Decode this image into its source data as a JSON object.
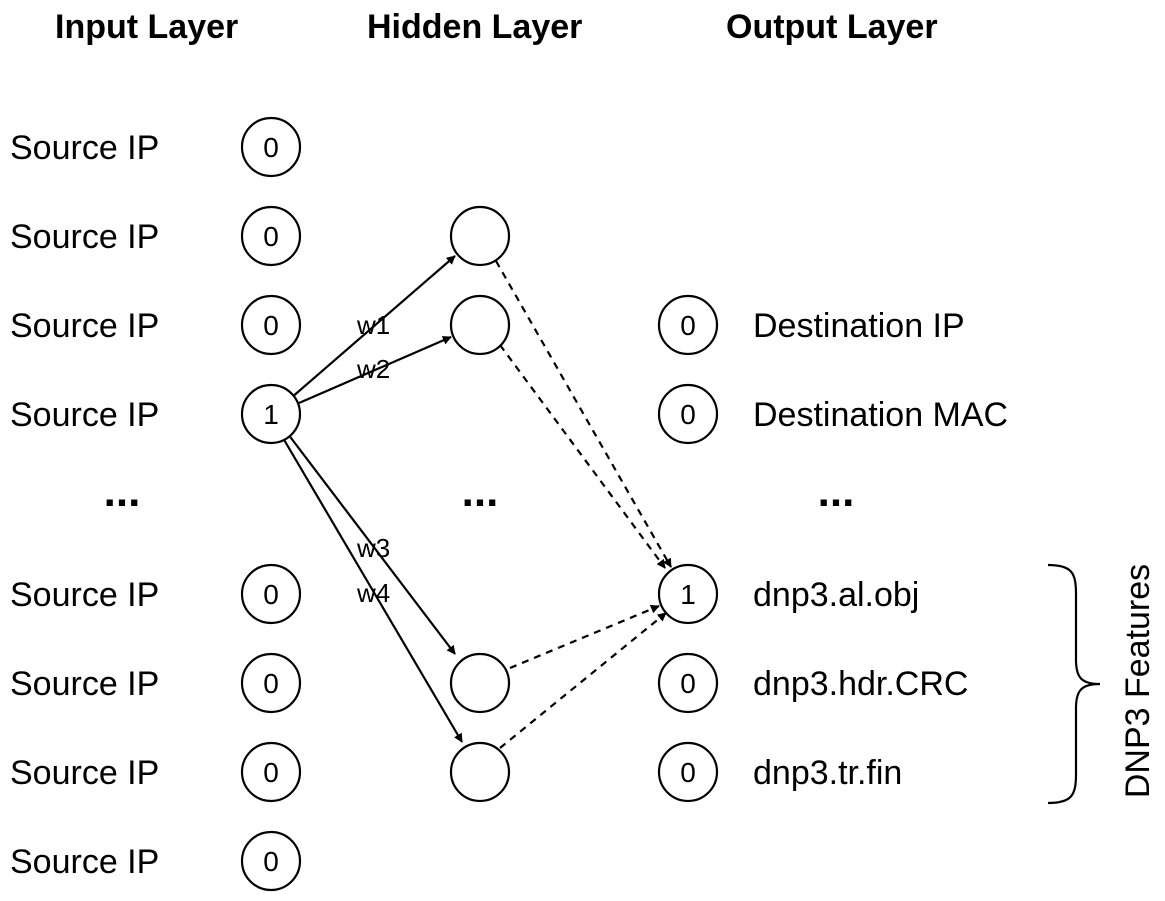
{
  "headers": {
    "input": "Input Layer",
    "hidden": "Hidden Layer",
    "output": "Output Layer"
  },
  "input_nodes": [
    {
      "label": "Source IP",
      "value": "0"
    },
    {
      "label": "Source IP",
      "value": "0"
    },
    {
      "label": "Source IP",
      "value": "0"
    },
    {
      "label": "Source IP",
      "value": "1"
    },
    {
      "label": "Source IP",
      "value": "0"
    },
    {
      "label": "Source IP",
      "value": "0"
    },
    {
      "label": "Source IP",
      "value": "0"
    },
    {
      "label": "Source IP",
      "value": "0"
    }
  ],
  "output_nodes": [
    {
      "label": "Destination IP",
      "value": "0"
    },
    {
      "label": "Destination MAC",
      "value": "0"
    },
    {
      "label": "dnp3.al.obj",
      "value": "1"
    },
    {
      "label": "dnp3.hdr.CRC",
      "value": "0"
    },
    {
      "label": "dnp3.tr.fin",
      "value": "0"
    }
  ],
  "weights": [
    "w1",
    "w2",
    "w3",
    "w4"
  ],
  "ellipsis": "...",
  "group_label": "DNP3 Features"
}
